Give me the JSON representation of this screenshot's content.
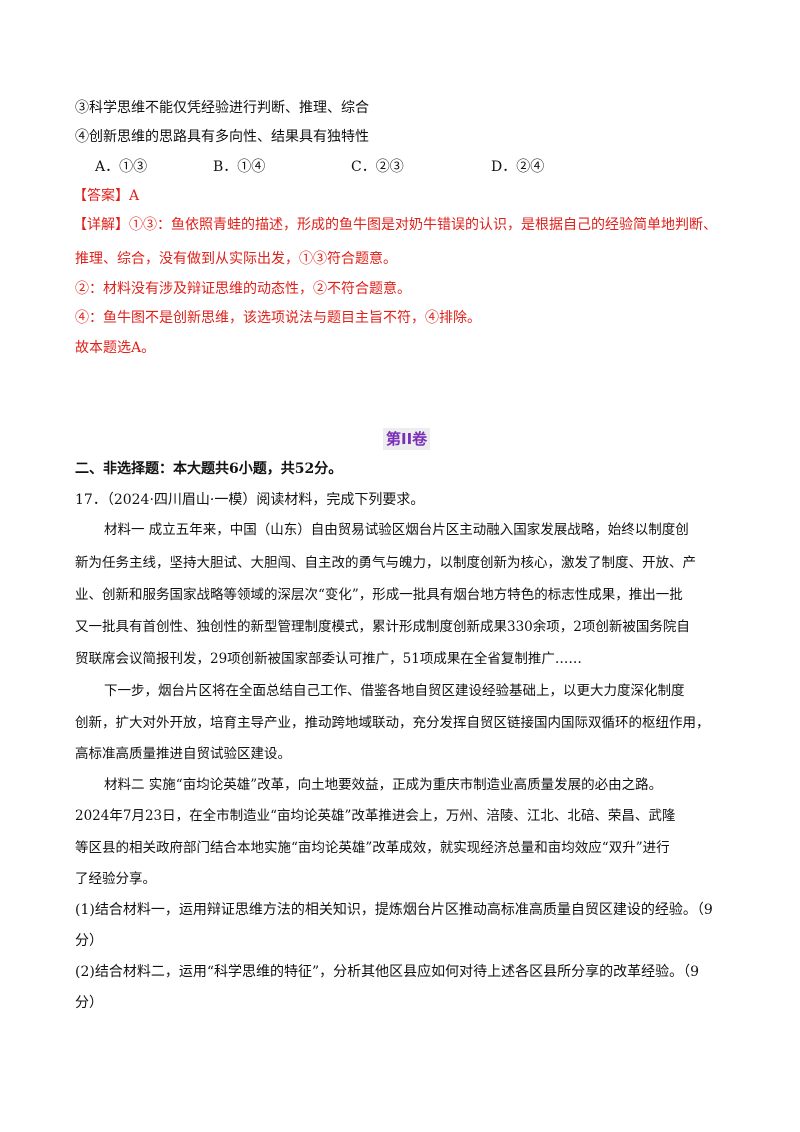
{
  "choices": {
    "item3": "③科学思维不能仅凭经验进行判断、推理、综合",
    "item4": "④创新思维的思路具有多向性、结果具有独特性",
    "options": [
      "A．①③",
      "B．①④",
      "C．②③",
      "D．②④"
    ]
  },
  "answer": {
    "label": "【答案】A",
    "detail_line1": "【详解】①③：鱼依照青蛙的描述，形成的鱼牛图是对奶牛错误的认识，是根据自己的经验简单地判断、",
    "detail_line2": "推理、综合，没有做到从实际出发，①③符合题意。",
    "detail_line3": "②：材料没有涉及辩证思维的动态性，②不符合题意。",
    "detail_line4": "④：鱼牛图不是创新思维，该选项说法与题目主旨不符，④排除。",
    "detail_line5": "故本题选A。"
  },
  "section": {
    "title": "第II卷",
    "heading": "二、非选择题：本大题共6小题，共52分。"
  },
  "question17": {
    "intro": "17．（2024·四川眉山·一模）阅读材料，完成下列要求。",
    "m1_l1": "材料一  成立五年来，中国（山东）自由贸易试验区烟台片区主动融入国家发展战略，始终以制度创",
    "m1_l2": "新为任务主线，坚持大胆试、大胆闯、自主改的勇气与魄力，以制度创新为核心，激发了制度、开放、产",
    "m1_l3": "业、创新和服务国家战略等领域的深层次“变化”，形成一批具有烟台地方特色的标志性成果，推出一批",
    "m1_l4": "又一批具有首创性、独创性的新型管理制度模式，累计形成制度创新成果330余项，2项创新被国务院自",
    "m1_l5": "贸联席会议简报刊发，29项创新被国家部委认可推广，51项成果在全省复制推广……",
    "m1_l6": "下一步，烟台片区将在全面总结自己工作、借鉴各地自贸区建设经验基础上，以更大力度深化制度",
    "m1_l7": "创新，扩大对外开放，培育主导产业，推动跨地域联动，充分发挥自贸区链接国内国际双循环的枢纽作用，",
    "m1_l8": "高标准高质量推进自贸试验区建设。",
    "m2_l1": "材料二  实施“亩均论英雄”改革，向土地要效益，正成为重庆市制造业高质量发展的必由之路。",
    "m2_l2": "2024年7月23日，在全市制造业“亩均论英雄”改革推进会上，万州、涪陵、江北、北碚、荣昌、武隆",
    "m2_l3": "等区县的相关政府部门结合本地实施“亩均论英雄”改革成效，就实现经济总量和亩均效应“双升”进行",
    "m2_l4": "了经验分享。",
    "q1_l1": "(1)结合材料一，运用辩证思维方法的相关知识，提炼烟台片区推动高标准高质量自贸区建设的经验。（9",
    "q1_l2": "分）",
    "q2_l1": "(2)结合材料二，运用“科学思维的特征”，分析其他区县应如何对待上述各区县所分享的改革经验。（9",
    "q2_l2": "分）"
  }
}
